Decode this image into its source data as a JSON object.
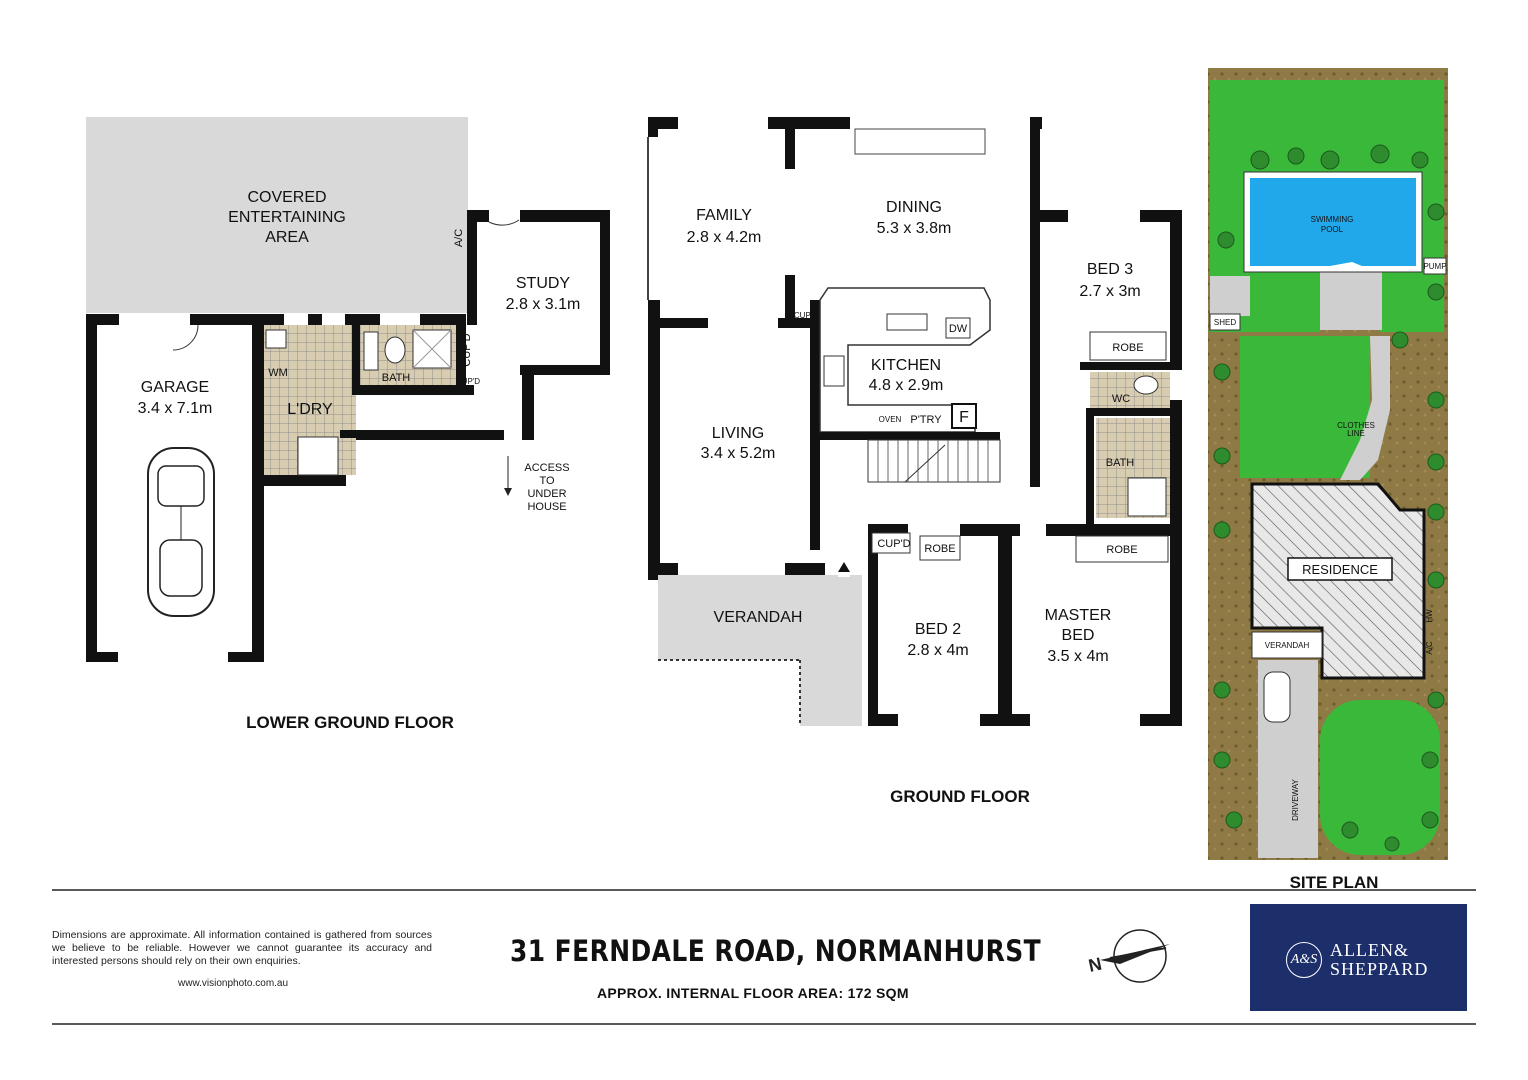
{
  "lower_ground": {
    "title": "LOWER GROUND FLOOR",
    "covered": [
      "COVERED",
      "ENTERTAINING",
      "AREA"
    ],
    "ac": "A/C",
    "study": "STUDY",
    "study_dim": "2.8 x 3.1m",
    "garage": "GARAGE",
    "garage_dim": "3.4 x 7.1m",
    "wm": "WM",
    "laundry": "L'DRY",
    "bath": "BATH",
    "cupd_a": "CUP'D",
    "cupd_b": "CUP'D",
    "access": [
      "ACCESS",
      "TO",
      "UNDER",
      "HOUSE"
    ]
  },
  "ground": {
    "title": "GROUND FLOOR",
    "family": "FAMILY",
    "family_dim": "2.8 x 4.2m",
    "dining": "DINING",
    "dining_dim": "5.3 x 3.8m",
    "bed3": "BED 3",
    "bed3_dim": "2.7 x 3m",
    "robe3": "ROBE",
    "kitchen": "KITCHEN",
    "kitchen_dim": "4.8 x 2.9m",
    "dw": "DW",
    "oven": "OVEN",
    "ptry": "P'TRY",
    "fridge": "F",
    "cupd_k": "CUP'D",
    "wc": "WC",
    "bath": "BATH",
    "living": "LIVING",
    "living_dim": "3.4 x 5.2m",
    "cupd_h": "CUP'D",
    "robe2": "ROBE",
    "robe_m": "ROBE",
    "verandah": "VERANDAH",
    "bed2": "BED 2",
    "bed2_dim": "2.8 x 4m",
    "master": [
      "MASTER",
      "BED"
    ],
    "master_dim": "3.5 x 4m"
  },
  "site": {
    "title": "SITE PLAN",
    "pool": [
      "SWIMMING",
      "POOL"
    ],
    "pump": "PUMP",
    "shed": "SHED",
    "clothes": [
      "CLOTHES",
      "LINE"
    ],
    "residence": "RESIDENCE",
    "verandah": "VERANDAH",
    "driveway": "DRIVEWAY",
    "hw": "HW",
    "ac": "A/C"
  },
  "footer": {
    "disclaimer": "Dimensions are approximate. All information contained is gathered from sources we believe to be reliable. However we cannot guarantee its accuracy and interested persons should rely on their own enquiries.",
    "website": "www.visionphoto.com.au",
    "address": "31 FERNDALE ROAD, NORMANHURST",
    "area": "APPROX. INTERNAL FLOOR AREA: 172 SQM",
    "compass": "N",
    "logo_mark": "A&S",
    "logo_line1": "ALLEN&",
    "logo_line2": "SHEPPARD"
  },
  "colors": {
    "lawn": "#3ab83a",
    "garden": "#8f7a45",
    "pool": "#21a8ea",
    "grey_area": "#d9d9d9",
    "logo": "#1d2f6b"
  }
}
